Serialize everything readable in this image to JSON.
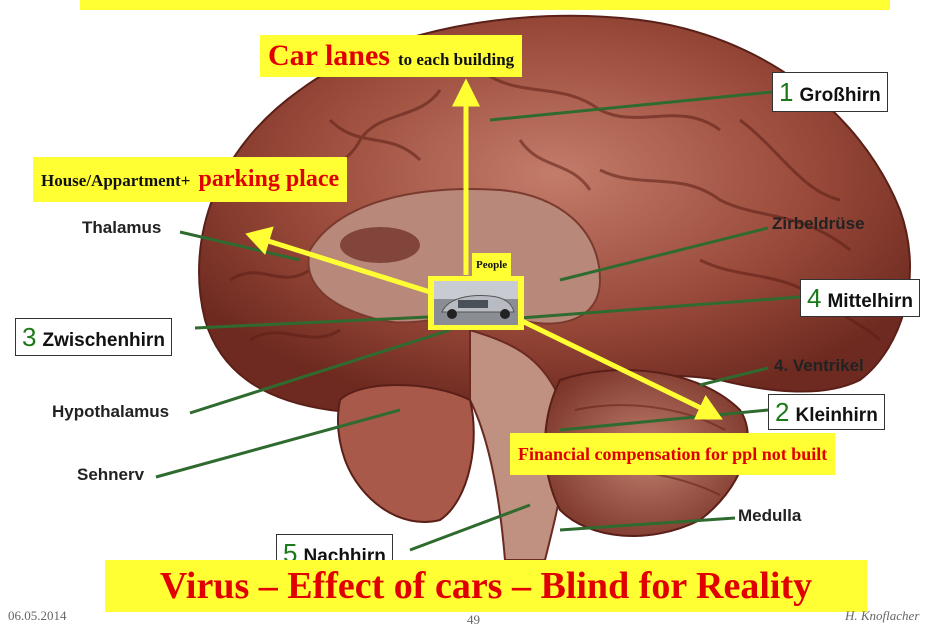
{
  "title": "Virus – Effect of cars – Blind for Reality",
  "overlays": {
    "car_lanes_main": "Car lanes",
    "car_lanes_rest": "to each building",
    "house_main": "House/Appartment+",
    "house_rest": "parking place",
    "people": "People",
    "financial": "Financial compensation for ppl not built"
  },
  "labels": {
    "thalamus": "Thalamus",
    "hypothalamus": "Hypothalamus",
    "sehnerv": "Sehnerv",
    "zirbeldruese": "Zirbeldrüse",
    "ventrikel": "4. Ventrikel",
    "medulla": "Medulla"
  },
  "boxed_labels": {
    "grosshirn": {
      "num": "1",
      "text": "Großhirn"
    },
    "kleinhirn": {
      "num": "2",
      "text": "Kleinhirn"
    },
    "zwischenhirn": {
      "num": "3",
      "text": "Zwischenhirn"
    },
    "mittelhirn": {
      "num": "4",
      "text": "Mittelhirn"
    },
    "nachhirn": {
      "num": "5",
      "text": "Nachhirn"
    }
  },
  "footer": {
    "date": "06.05.2014",
    "page": "49",
    "author": "H. Knoflacher"
  },
  "colors": {
    "highlight": "#ffff33",
    "text_red": "#e00000",
    "brain": "#9a4a3a",
    "pointer_green": "#2f6b2f"
  }
}
